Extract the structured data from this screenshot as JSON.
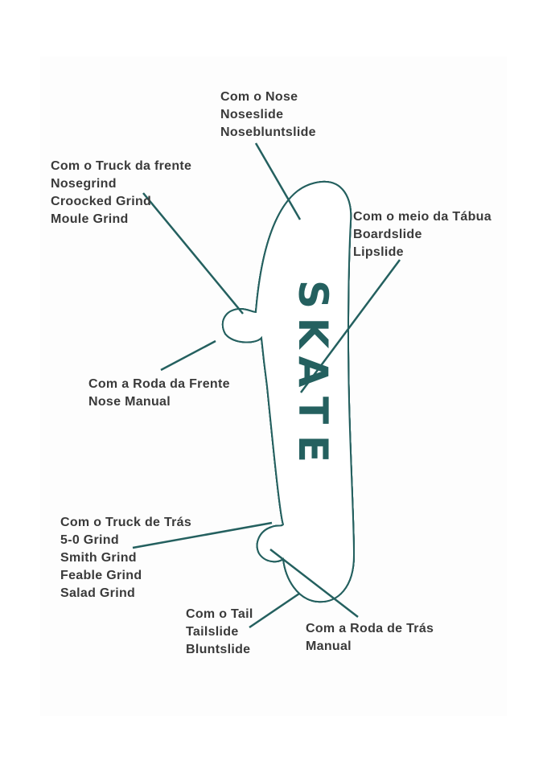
{
  "colors": {
    "line": "#24605f",
    "scribble_red": "#e05050",
    "scribble_gray": "#555555",
    "text": "#3a3a3a"
  },
  "board_text": [
    "S",
    "K",
    "A",
    "T",
    "E"
  ],
  "labels": {
    "nose": [
      "Com o Nose",
      "Noseslide",
      "Nosebluntslide"
    ],
    "front_truck": [
      "Com o Truck da frente",
      "Nosegrind",
      "Croocked Grind",
      "Moule Grind"
    ],
    "middle": [
      "Com o meio da Tábua",
      "Boardslide",
      "Lipslide"
    ],
    "front_wheel": [
      "Com a Roda da Frente",
      "Nose Manual"
    ],
    "back_truck": [
      "Com o Truck de Trás",
      "5-0 Grind",
      "Smith Grind",
      "Feable Grind",
      "Salad Grind"
    ],
    "tail": [
      "Com o Tail",
      "Tailslide",
      "Bluntslide"
    ],
    "back_wheel": [
      "Com a Roda de Trás",
      "Manual"
    ]
  }
}
